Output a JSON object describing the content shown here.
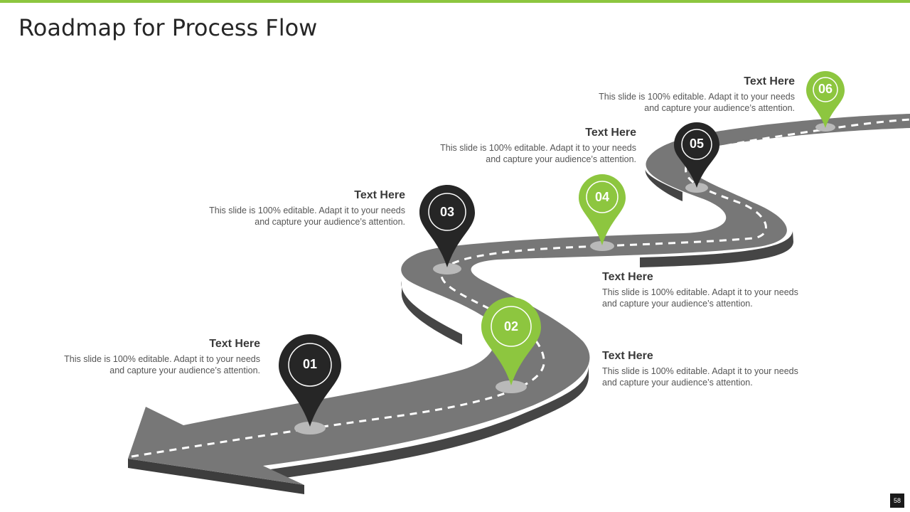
{
  "slide": {
    "title": "Roadmap for Process Flow",
    "page_number": "58",
    "accent_color": "#8dc63f",
    "dark_color": "#262626",
    "road_color": "#7a7a7a"
  },
  "milestones": [
    {
      "number": "01",
      "heading": "Text Here",
      "text": "This slide is 100% editable. Adapt it to your needs and capture your audience’s attention.",
      "color": "dark"
    },
    {
      "number": "02",
      "heading": "Text Here",
      "text": "This slide is 100% editable. Adapt it to your needs and capture your audience’s attention.",
      "color": "green"
    },
    {
      "number": "03",
      "heading": "Text Here",
      "text": "This slide is 100% editable. Adapt it to your needs and capture your audience’s attention.",
      "color": "dark"
    },
    {
      "number": "04",
      "heading": "Text Here",
      "text": "This slide is 100% editable. Adapt it to your needs and capture your audience’s attention.",
      "color": "green"
    },
    {
      "number": "05",
      "heading": "Text Here",
      "text": "This slide is 100% editable. Adapt it to your needs and capture your audience’s attention.",
      "color": "dark"
    },
    {
      "number": "06",
      "heading": "Text Here",
      "text": "This slide is 100% editable. Adapt it to your needs and capture your audience’s attention.",
      "color": "green"
    }
  ]
}
